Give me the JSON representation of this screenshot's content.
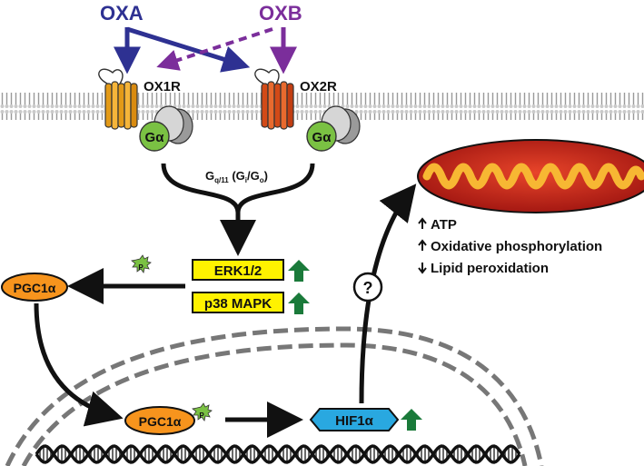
{
  "ligands": {
    "oxa": "OXA",
    "oxb": "OXB"
  },
  "receptors": {
    "ox1r": "OX1R",
    "ox2r": "OX2R",
    "g_alpha": "Gα"
  },
  "coupling": {
    "g": "G",
    "q11": "q/11",
    "open": " (G",
    "i": "i",
    "slash": "/G",
    "o": "o",
    "close": ")"
  },
  "kinases": {
    "erk": "ERK1/2",
    "p38": "p38 MAPK"
  },
  "factors": {
    "pgc_cyto": "PGC1α",
    "pgc_nuc": "PGC1α",
    "hif": "HIF1α",
    "phospho": "P",
    "unknown": "?"
  },
  "effects": [
    {
      "dir": "up",
      "label": "ATP"
    },
    {
      "dir": "up",
      "label": "Oxidative phosphorylation"
    },
    {
      "dir": "down",
      "label": "Lipid peroxidation"
    }
  ],
  "colors": {
    "oxa": "#2e3192",
    "oxb": "#7b2e9b",
    "ox1r": "#f0a020",
    "ox2r": "#e05a1e",
    "galpha": "#7ac143",
    "kinase": "#fff200",
    "pgc": "#f7941d",
    "hif": "#29a8e0",
    "up_arrow": "#1a7a3a",
    "mito_outer": "#c0201a",
    "mito_cristae": "#f7b733"
  }
}
